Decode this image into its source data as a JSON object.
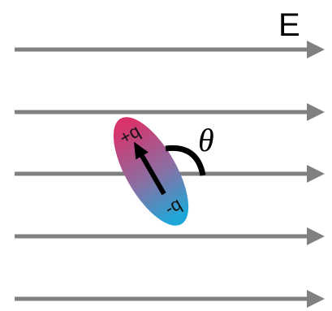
{
  "field": {
    "label": "E",
    "line_color": "#7f7f7f",
    "line_count": 5
  },
  "dipole": {
    "positive_label": "+q",
    "negative_label": "-q",
    "positive_color": "#d8336a",
    "negative_color": "#1ea7d8",
    "arrow_color": "#000000"
  },
  "angle": {
    "label": "θ",
    "arc_color": "#000000"
  }
}
